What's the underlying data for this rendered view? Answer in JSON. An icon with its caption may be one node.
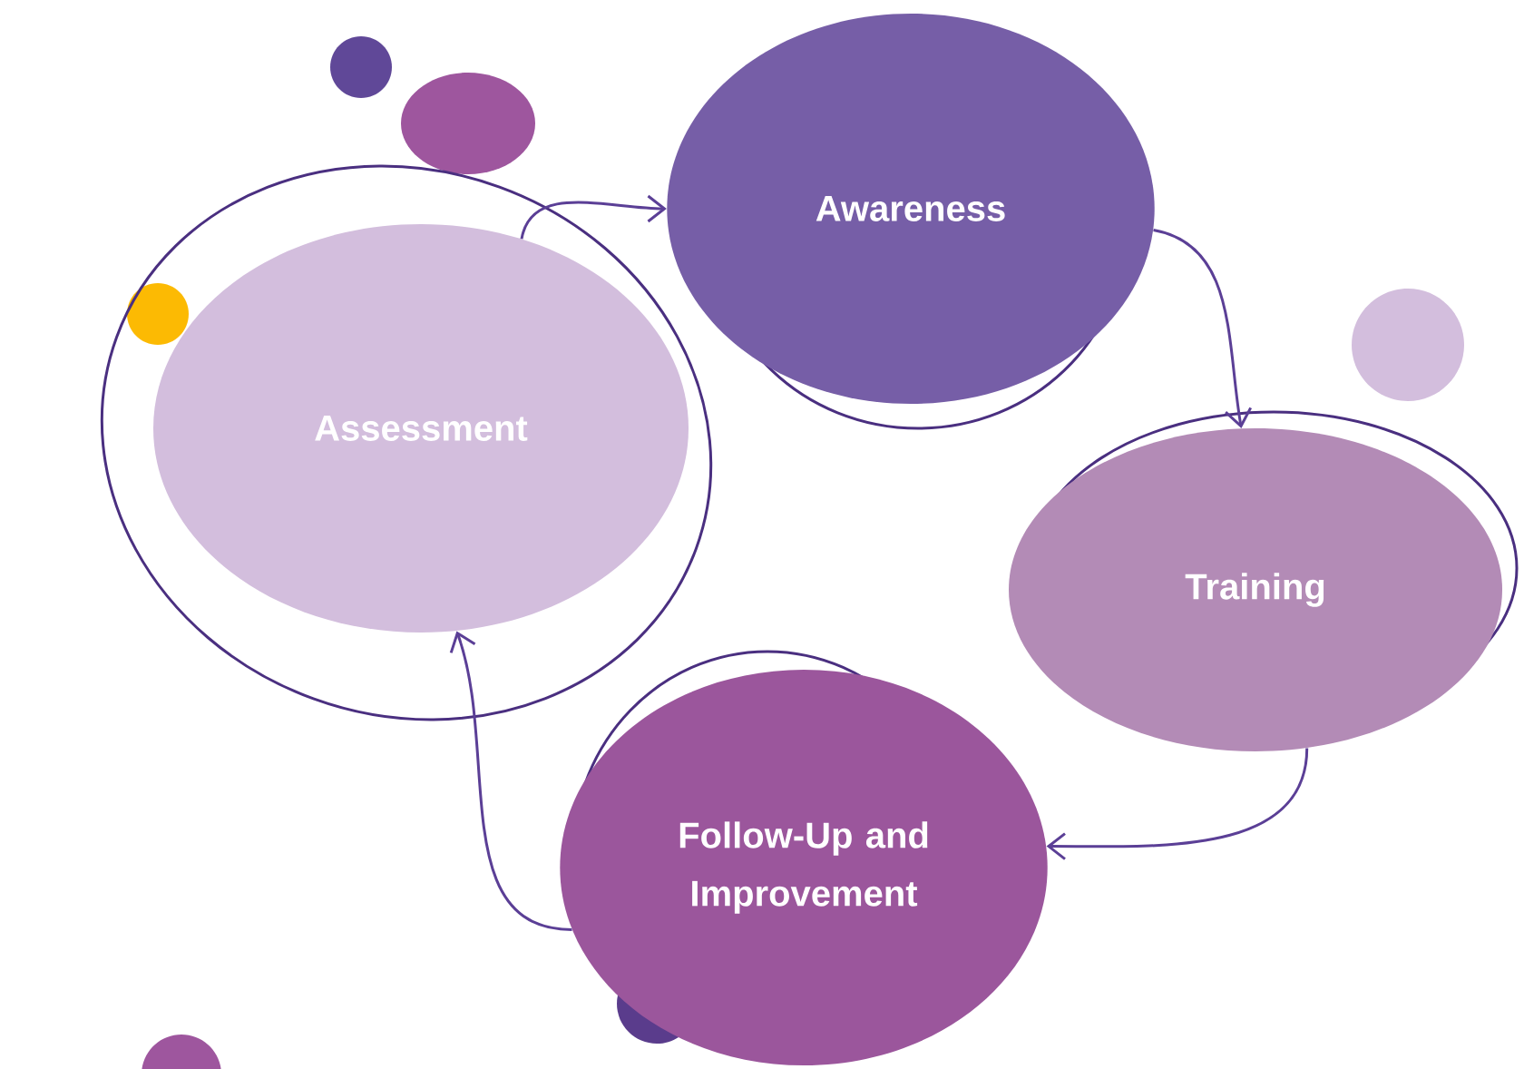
{
  "diagram": {
    "nodes": [
      {
        "text": [
          "Assessment"
        ]
      },
      {
        "text": [
          "Awareness"
        ]
      },
      {
        "text": [
          "Training"
        ]
      },
      {
        "text": [
          "Follow-Up and Improvement"
        ]
      }
    ],
    "edges": [
      {
        "from": 0,
        "to": 1,
        "arrow": "to"
      },
      {
        "from": 1,
        "to": 2,
        "arrow": "to"
      },
      {
        "from": 2,
        "to": 3,
        "arrow": "to"
      },
      {
        "from": 3,
        "to": 0,
        "arrow": "to"
      }
    ]
  }
}
